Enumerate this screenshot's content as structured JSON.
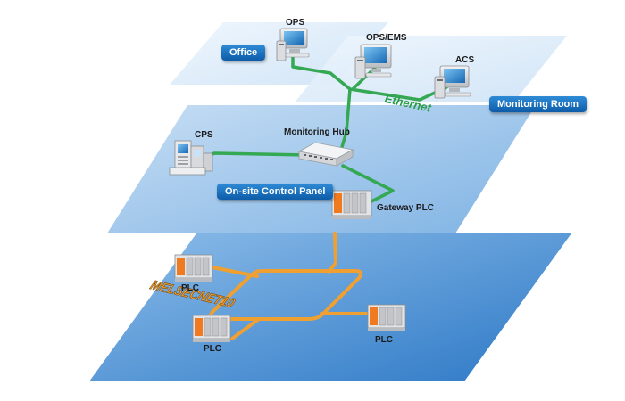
{
  "zones": {
    "office": "Office",
    "monitoring_room": "Monitoring Room",
    "control_panel": "On-site Control Panel"
  },
  "devices": {
    "ops": "OPS",
    "ops_ems": "OPS/EMS",
    "acs": "ACS",
    "cps": "CPS",
    "monitoring_hub": "Monitoring Hub",
    "gateway_plc": "Gateway PLC",
    "plc_left": "PLC",
    "plc_bottom": "PLC",
    "plc_right": "PLC"
  },
  "networks": {
    "ethernet": "Ethernet",
    "melsecnet": "MELSECNET10"
  },
  "colors": {
    "ethernet_line": "#35a853",
    "melsecnet_line": "#f0a030",
    "badge": "#1a6fc0",
    "plane_top": "#dcecfa",
    "plane_bottom": "#4f95d8"
  }
}
